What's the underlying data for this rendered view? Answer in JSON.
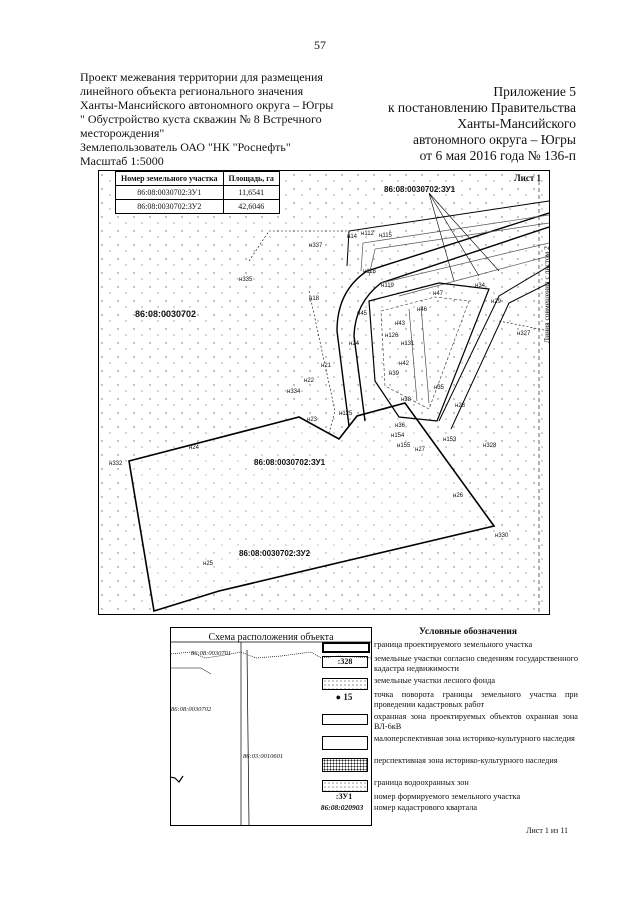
{
  "page_number": "57",
  "left_header": {
    "line1": "Проект межевания территории для размещения",
    "line2": "линейного объекта регионального значения",
    "line3": "Ханты-Мансийского автономного округа – Югры",
    "line4": "\" Обустройство куста скважин № 8 Встречного",
    "line5": "месторождения\"",
    "line6": "Землепользователь ОАО \"НК \"Роснефть\"",
    "line7": "Масштаб 1:5000"
  },
  "right_header": {
    "line1": "Приложение 5",
    "line2": "к постановлению Правительства",
    "line3": "Ханты-Мансийского",
    "line4": "автономного округа – Югры",
    "line5": "от 6 мая 2016 года № 136-п"
  },
  "area_table": {
    "headers": [
      "Номер земельного участка",
      "Площадь, га"
    ],
    "rows": [
      [
        "86:08:0030702:ЗУ1",
        "11,6541"
      ],
      [
        "86:08:0030702:ЗУ2",
        "42,6046"
      ]
    ]
  },
  "map": {
    "sheet_label": "Лист 1",
    "side_note": "Линия совмещения с листом 2",
    "labels": {
      "top_zu1": "86:08:0030702:ЗУ1",
      "quarter": "86:08:0030702",
      "zu1": "86:08:0030702:ЗУ1",
      "zu2": "86:08:0030702:ЗУ2",
      "n337": "н337",
      "n14": "н14",
      "n112": "н112",
      "n115": "н115",
      "n118": "н118",
      "n335": "н335",
      "n119": "н119",
      "n34": "н34",
      "n47": "н47",
      "n29": "н29",
      "n18": "н18",
      "n45": "н45",
      "n46": "н46",
      "n43": "н43",
      "n327": "н327",
      "n126": "н126",
      "n131": "н131",
      "n24a": "н24",
      "n42": "н42",
      "n21": "н21",
      "n39": "н39",
      "n22": "н22",
      "n35": "н35",
      "n334": "н334",
      "n38": "н38",
      "n28": "н28",
      "n125": "н125",
      "n23": "н23",
      "n36": "н36",
      "n154": "н154",
      "n155": "н155",
      "n27": "н27",
      "n153": "н153",
      "n328": "н328",
      "n24": "н24",
      "n332": "н332",
      "n26": "н26",
      "n330": "н330",
      "n25": "н25"
    }
  },
  "inset": {
    "title": "Схема расположения объекта",
    "label1": "86:08:0030701",
    "label2": "86:08:0030702",
    "label3": "86:03:0010601"
  },
  "legend": {
    "title": "Условные обозначения",
    "items": [
      {
        "symbol_text": "",
        "text": "граница проектируемого земельного участка"
      },
      {
        "symbol_text": ":328",
        "text": "земельные участки согласно сведениям государственного кадастра недвижимости"
      },
      {
        "symbol_text": "",
        "text": "земельные участки лесного фонда"
      },
      {
        "symbol_text": "● 15",
        "text": "точка поворота границы земельного участка при проведении кадастровых работ"
      },
      {
        "symbol_text": "",
        "text": "охранная зона проектируемых объектов охранная зона ВЛ-6кВ"
      },
      {
        "symbol_text": "",
        "text": "малоперспективная зона историко-культурного наследия"
      },
      {
        "symbol_text": "",
        "text": "перспективная зона историко-культурного наследия"
      },
      {
        "symbol_text": "",
        "text": "граница водоохранных зон"
      },
      {
        "symbol_text": ":ЗУ1",
        "text": "номер формируемого земельного участка"
      },
      {
        "symbol_text": "86:08:020903",
        "text": "номер кадастрового квартала"
      }
    ]
  },
  "footer": "Лист 1 из 11"
}
